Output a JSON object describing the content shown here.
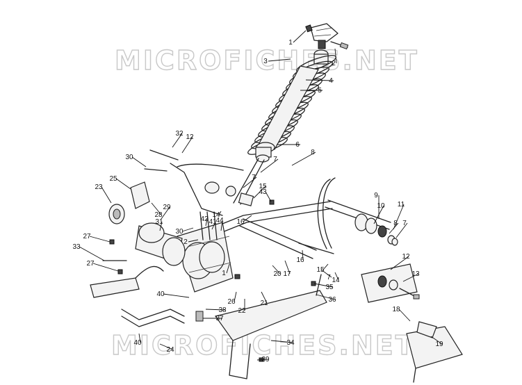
{
  "watermark": {
    "text": "MICROFICHES.NET"
  },
  "callouts": [
    {
      "n": "1"
    },
    {
      "n": "2"
    },
    {
      "n": "3"
    },
    {
      "n": "4"
    },
    {
      "n": "5"
    },
    {
      "n": "6"
    },
    {
      "n": "7"
    },
    {
      "n": "8"
    },
    {
      "n": "9"
    },
    {
      "n": "10"
    },
    {
      "n": "11"
    },
    {
      "n": "8"
    },
    {
      "n": "7"
    },
    {
      "n": "12"
    },
    {
      "n": "13"
    },
    {
      "n": "7"
    },
    {
      "n": "14"
    },
    {
      "n": "15"
    },
    {
      "n": "35"
    },
    {
      "n": "36"
    },
    {
      "n": "18"
    },
    {
      "n": "19"
    },
    {
      "n": "32"
    },
    {
      "n": "12"
    },
    {
      "n": "30"
    },
    {
      "n": "25"
    },
    {
      "n": "23"
    },
    {
      "n": "28"
    },
    {
      "n": "29"
    },
    {
      "n": "31"
    },
    {
      "n": "30"
    },
    {
      "n": "42"
    },
    {
      "n": "41"
    },
    {
      "n": "44"
    },
    {
      "n": "14"
    },
    {
      "n": "2"
    },
    {
      "n": "7"
    },
    {
      "n": "15"
    },
    {
      "n": "43"
    },
    {
      "n": "16"
    },
    {
      "n": "16"
    },
    {
      "n": "17"
    },
    {
      "n": "20"
    },
    {
      "n": "1"
    },
    {
      "n": "26"
    },
    {
      "n": "21"
    },
    {
      "n": "22"
    },
    {
      "n": "27"
    },
    {
      "n": "33"
    },
    {
      "n": "27"
    },
    {
      "n": "40"
    },
    {
      "n": "38"
    },
    {
      "n": "37"
    },
    {
      "n": "40"
    },
    {
      "n": "24"
    },
    {
      "n": "34"
    },
    {
      "n": "39"
    }
  ]
}
